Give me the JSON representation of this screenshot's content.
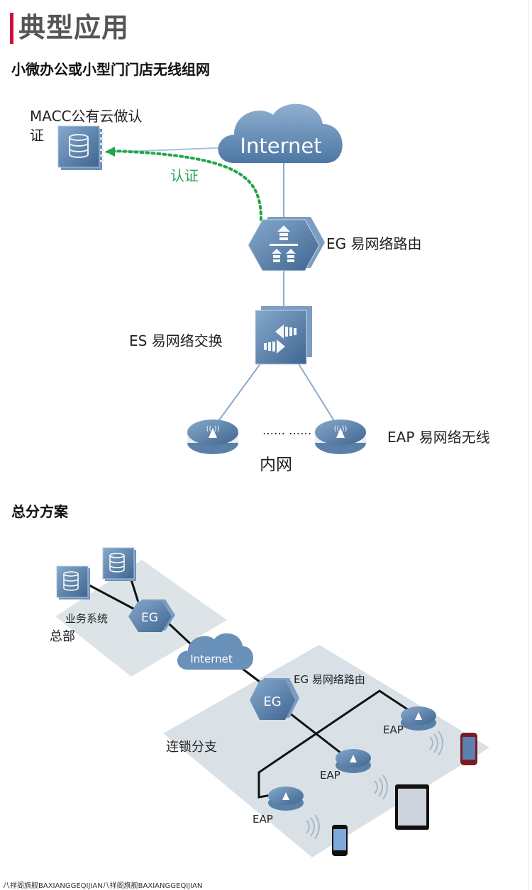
{
  "header": {
    "title": "典型应用",
    "accent_color": "#d0103a"
  },
  "section1": {
    "title": "小微办公或小型门门店无线组网",
    "cloud_label": "Internet",
    "server_label_line1": "MACC公有云做认",
    "server_label_line2": "证",
    "auth_label": "认证",
    "eg_label": "EG 易网络路由",
    "es_label": "ES 易网络交换",
    "eap_label": "EAP 易网络无线",
    "ellipsis": "…… ……",
    "lan_label": "内网"
  },
  "section2": {
    "title": "总分方案",
    "hq_system_label": "业务系统",
    "hq_label": "总部",
    "hq_eg_label": "EG",
    "cloud_label": "Internet",
    "branch_eg_label": "EG",
    "branch_eg_desc": "EG 易网络路由",
    "branch_label": "连锁分支",
    "eap_labels": [
      "EAP",
      "EAP",
      "EAP"
    ]
  },
  "colors": {
    "device_blue": "#5f88b3",
    "device_dark": "#3f6590",
    "auth_green": "#22a64a",
    "floor": "#d9e1e6"
  },
  "footer": {
    "text": "八祥阁旗舰BAXIANGGEQIJIAN八祥阁旗舰BAXIANGGEQIJIAN"
  }
}
